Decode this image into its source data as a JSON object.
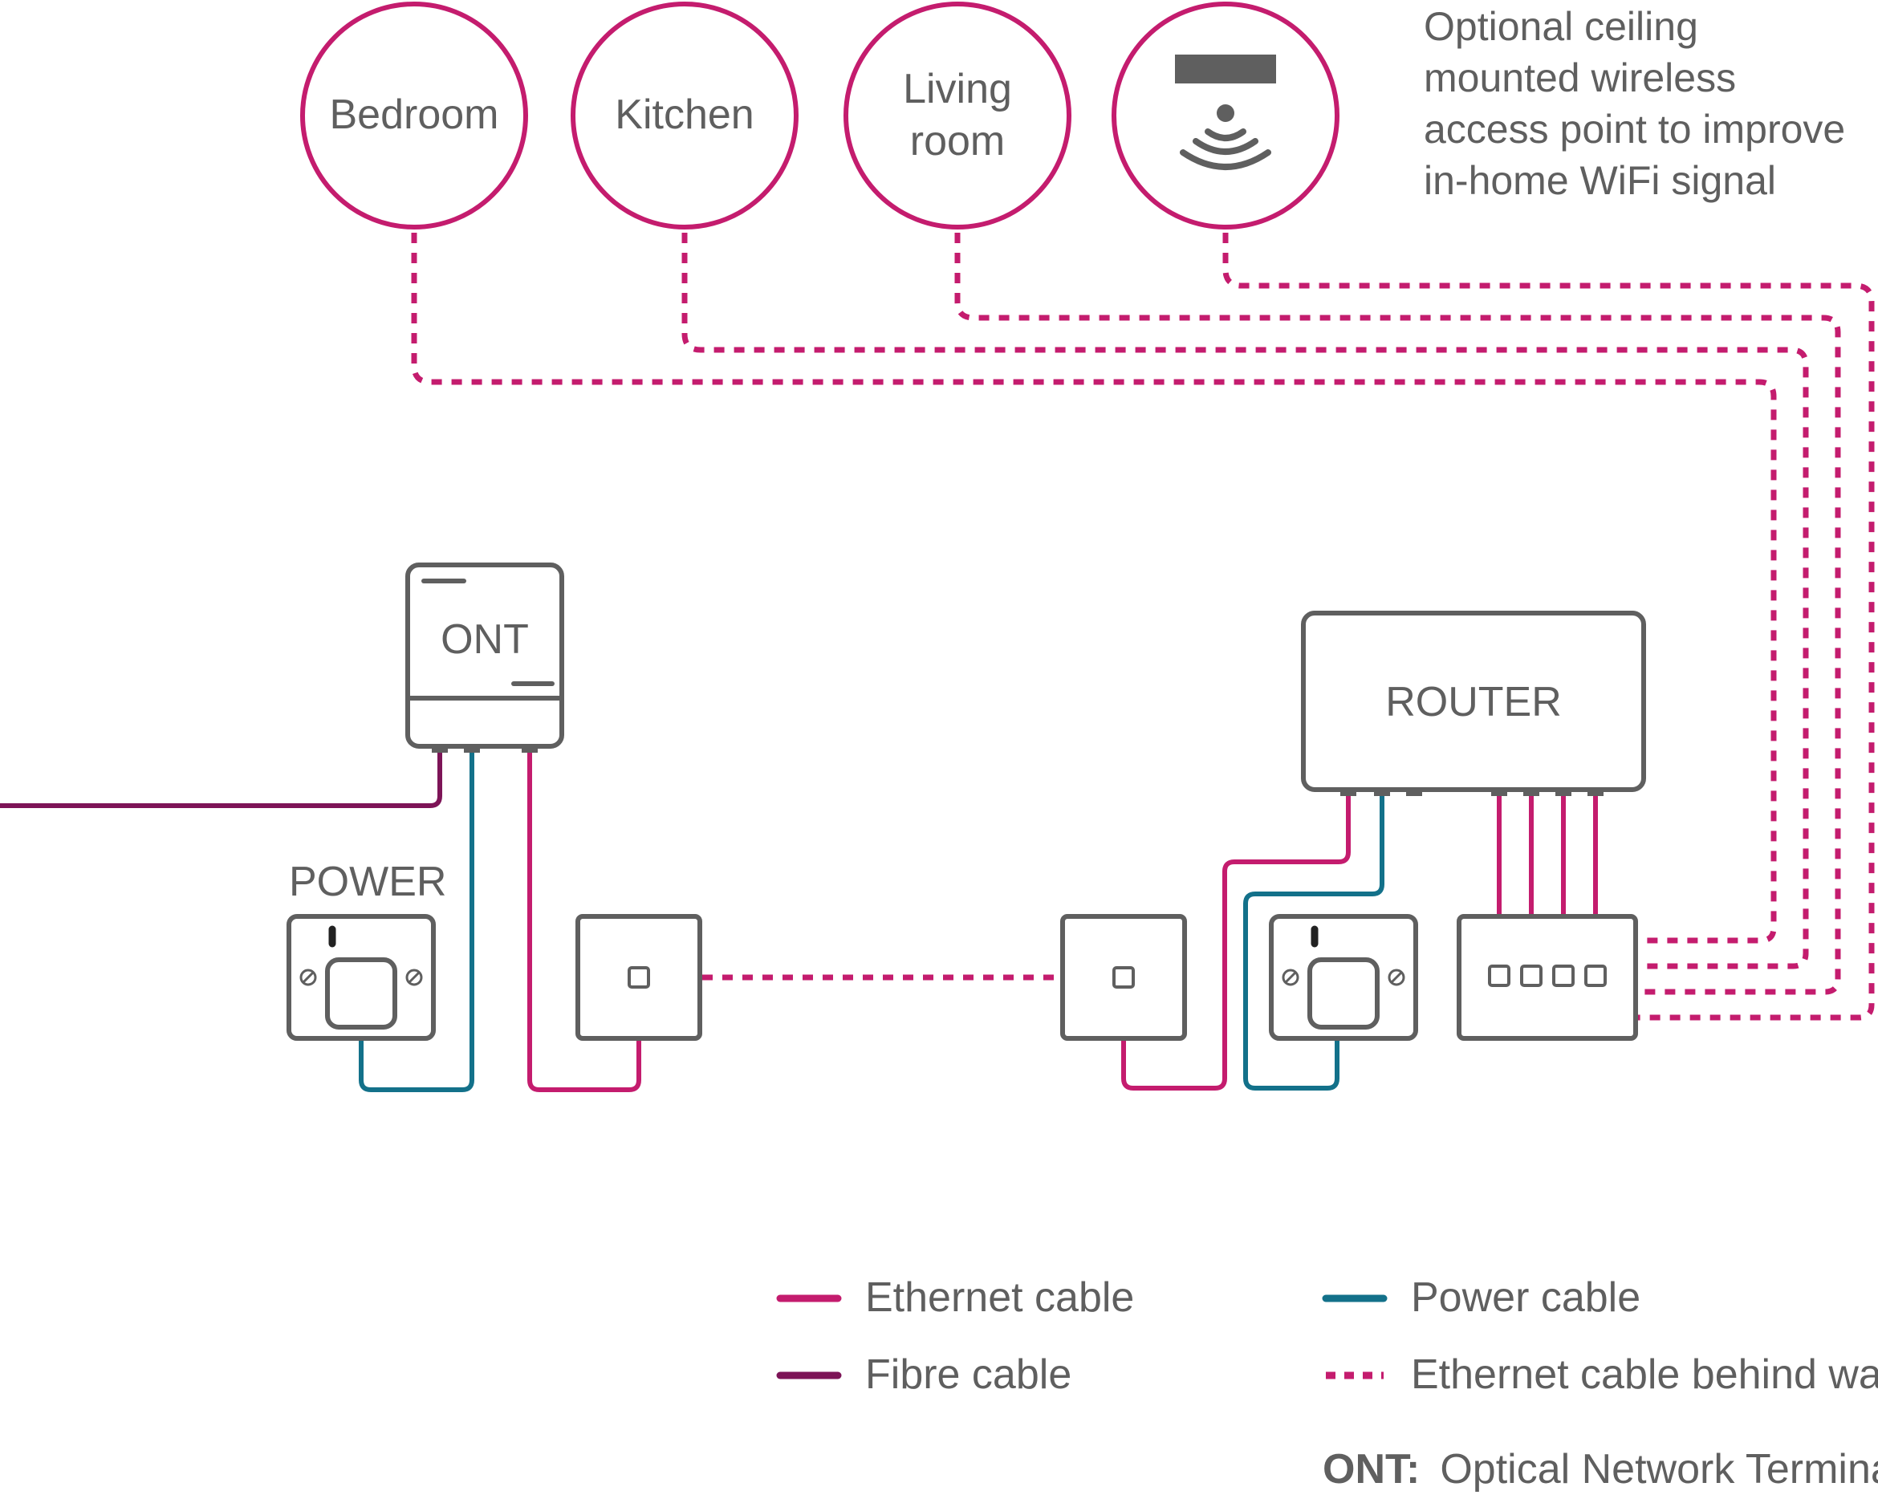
{
  "rooms": [
    {
      "id": "bedroom",
      "label": "Bedroom"
    },
    {
      "id": "kitchen",
      "label": "Kitchen"
    },
    {
      "id": "living",
      "label_line1": "Living",
      "label_line2": "room"
    },
    {
      "id": "access-point",
      "icon": "wifi-ceiling-icon"
    }
  ],
  "access_point_note": [
    "Optional ceiling",
    "mounted wireless",
    "access point to improve",
    "in-home WiFi signal"
  ],
  "devices": {
    "ont": "ONT",
    "router": "ROUTER",
    "power": "POWER"
  },
  "legend": {
    "ethernet": "Ethernet cable",
    "fibre": "Fibre cable",
    "power": "Power cable",
    "ethernet_wall": "Ethernet cable behind wall",
    "ont_abbr": "ONT:",
    "ont_full": "Optical Network Terminal"
  },
  "colors": {
    "ethernet": "#c41c6e",
    "fibre": "#7d1457",
    "power": "#13718a",
    "device_outline": "#5f5f5f"
  }
}
